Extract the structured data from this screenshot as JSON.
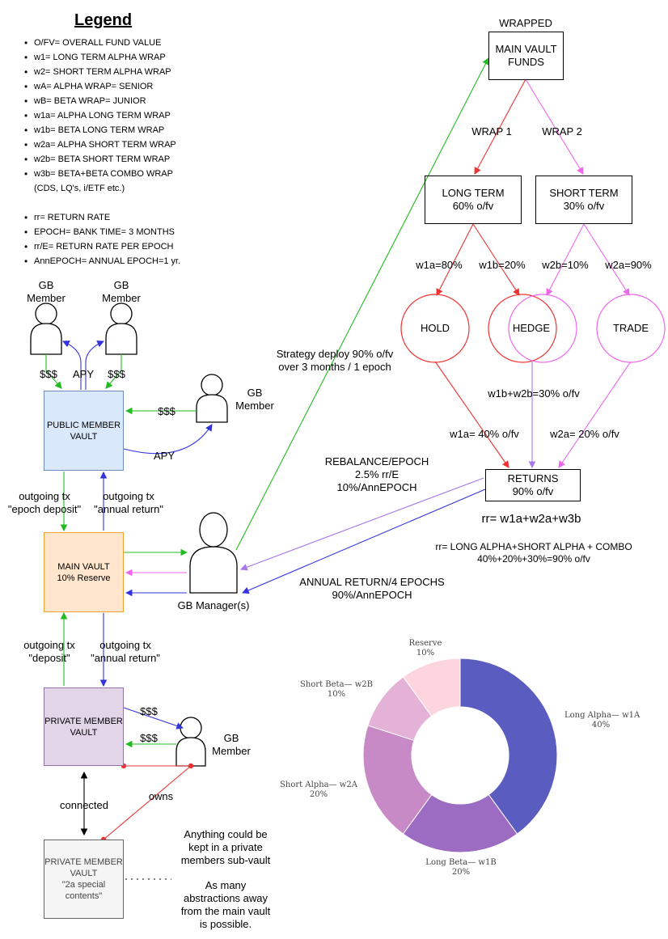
{
  "legend": {
    "title": "Legend",
    "items": [
      "O/FV= OVERALL FUND VALUE",
      "w1= LONG TERM ALPHA WRAP",
      "w2= SHORT TERM ALPHA WRAP",
      "wA= ALPHA WRAP= SENIOR",
      "wB= BETA WRAP= JUNIOR",
      "w1a= ALPHA LONG TERM WRAP",
      "w1b= BETA LONG TERM WRAP",
      "w2a= ALPHA SHORT TERM WRAP",
      "w2b= BETA SHORT TERM WRAP",
      "w3b= BETA+BETA COMBO WRAP",
      "(CDS, LQ's, i/ETF etc.)"
    ],
    "items2": [
      "rr= RETURN RATE",
      "EPOCH= BANK TIME= 3 MONTHS",
      "rr/E= RETURN RATE PER EPOCH",
      "AnnEPOCH= ANNUAL EPOCH=1 yr."
    ]
  },
  "left": {
    "gb_member_label_1": "GB",
    "gb_member_label_2": "Member",
    "apy": "APY",
    "money": "$$$",
    "public_vault_1": "PUBLIC MEMBER",
    "public_vault_2": "VAULT",
    "outgoing_tx": "outgoing tx",
    "epoch_deposit": "\"epoch deposit\"",
    "annual_return": "\"annual return\"",
    "main_vault_1": "MAIN VAULT",
    "main_vault_2": "10% Reserve",
    "gb_manager": "GB Manager(s)",
    "deposit": "\"deposit\"",
    "private_vault_1": "PRIVATE MEMBER",
    "private_vault_2": "VAULT",
    "connected": "connected",
    "owns": "owns",
    "sub_vault_1": "PRIVATE MEMBER",
    "sub_vault_2": "VAULT",
    "sub_vault_3": "\"2a special",
    "sub_vault_4": "contents\"",
    "note_1": "Anything could be",
    "note_2": "kept in a private",
    "note_3": "members sub-vault",
    "note_4": "As many",
    "note_5": "abstractions away",
    "note_6": "from the main vault",
    "note_7": "is possible."
  },
  "right": {
    "wrapped": "WRAPPED",
    "main_funds_1": "MAIN VAULT",
    "main_funds_2": "FUNDS",
    "wrap1": "WRAP 1",
    "wrap2": "WRAP 2",
    "long_term_1": "LONG TERM",
    "long_term_2": "60% o/fv",
    "short_term_1": "SHORT TERM",
    "short_term_2": "30% o/fv",
    "w1a": "w1a=80%",
    "w1b": "w1b=20%",
    "w2b": "w2b=10%",
    "w2a": "w2a=90%",
    "hold": "HOLD",
    "hedge": "HEDGE",
    "trade": "TRADE",
    "strategy_1": "Strategy deploy 90% o/fv",
    "strategy_2": "over 3 months / 1 epoch",
    "w1b_w2b": "w1b+w2b=30% o/fv",
    "w1a_pct": "w1a= 40% o/fv",
    "w2a_pct": "w2a= 20% o/fv",
    "rebalance_1": "REBALANCE/EPOCH",
    "rebalance_2": "2.5% rr/E",
    "rebalance_3": "10%/AnnEPOCH",
    "returns_1": "RETURNS",
    "returns_2": "90% o/fv",
    "rr_formula": "rr= w1a+w2a+w3b",
    "rr_desc_1": "rr= LONG ALPHA+SHORT ALPHA + COMBO",
    "rr_desc_2": "40%+20%+30%=90% o/fv",
    "annual_1": "ANNUAL RETURN/4 EPOCHS",
    "annual_2": "90%/AnnEPOCH"
  },
  "donut": {
    "slices": [
      {
        "label": "Long Alpha— w1A",
        "pct": "40%",
        "value": 40,
        "color": "#5b5cbf"
      },
      {
        "label": "Long Beta— w1B",
        "pct": "20%",
        "value": 20,
        "color": "#9b6cc2"
      },
      {
        "label": "Short Alpha— w2A",
        "pct": "20%",
        "value": 20,
        "color": "#c88ac6"
      },
      {
        "label": "Short Beta— w2B",
        "pct": "10%",
        "value": 10,
        "color": "#e4b2d6"
      },
      {
        "label": "Reserve",
        "pct": "10%",
        "value": 10,
        "color": "#fdd5df"
      }
    ]
  },
  "colors": {
    "green": "#22bb22",
    "blue": "#3333dd",
    "red": "#ee3333",
    "magenta": "#ee66ee",
    "violet": "#aa77ee"
  }
}
